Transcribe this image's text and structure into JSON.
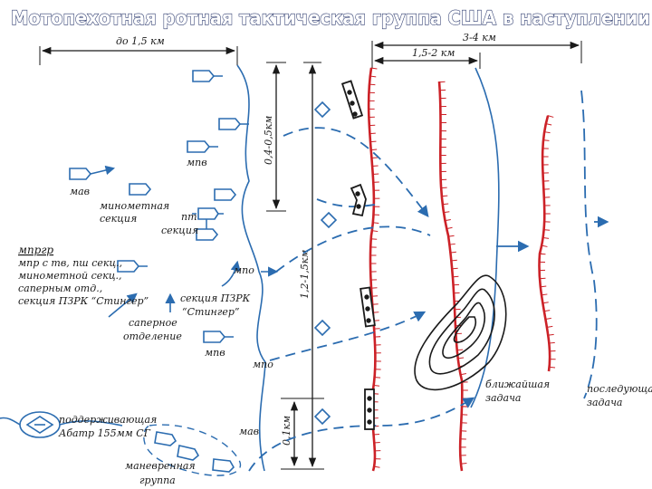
{
  "title": "Мотопехотная ротная тактическая группа США в наступлении",
  "colors": {
    "title_fill": "#ffffff",
    "title_stroke": "#2c3a6e",
    "line_blue": "#2b6cb0",
    "front_red": "#cc2127",
    "ink": "#1a1a1a"
  },
  "distances": {
    "top_left": "до 1,5 км",
    "top_right": "3-4 км",
    "middle": "1,5-2 км",
    "vertical_small": "0,4-0,5км",
    "vertical_large": "1,2-1,5км",
    "vertical_bottom": "0,1км"
  },
  "units": {
    "mpv_top": "мпв",
    "mav_left": "мав",
    "mortar_section_line1": "минометная",
    "mortar_section_line2": "секция",
    "pt_section_line1": "пт",
    "pt_section_line2": "секция",
    "mpo_upper": "мпо",
    "mpv_lower": "мпв",
    "mpo_lower": "мпо",
    "mav_bottom": "мав",
    "sapper_line1": "саперное",
    "sapper_line2": "отделение",
    "pzrk_line1": "секция ПЗРК",
    "pzrk_line2": "“Стингер”"
  },
  "command_group": {
    "heading": "мпргр",
    "line1": "мпр с тв, пш секц.,",
    "line2": "минометной секц.,",
    "line3": "саперным отд.,",
    "line4": "секция ПЗРК “Стингер”"
  },
  "support": {
    "line1": "поддерживающая",
    "line2": "Абатр 155мм СГ"
  },
  "maneuver": {
    "line1": "маневренная",
    "line2": "группа"
  },
  "objectives": {
    "near_line1": "ближайшая",
    "near_line2": "задача",
    "next_line1": "последующая",
    "next_line2": "задача"
  }
}
